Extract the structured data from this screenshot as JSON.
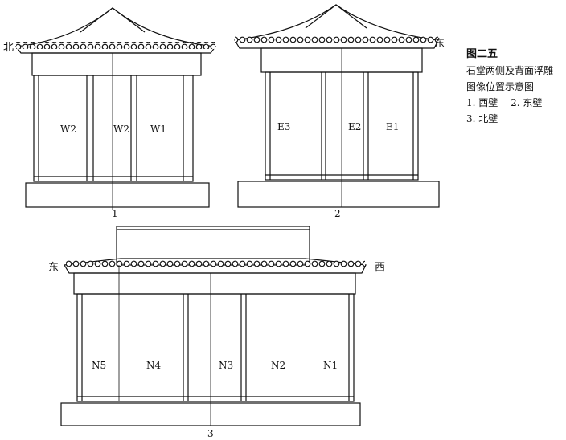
{
  "caption": {
    "title": "图二五",
    "line1": "石堂两侧及背面浮雕",
    "line2": "图像位置示意图",
    "line3": "1. 西壁　 2. 东壁",
    "line4": "3. 北壁"
  },
  "figure1": {
    "number": "1",
    "direction": "北",
    "walls": [
      "W2",
      "W2",
      "W1"
    ]
  },
  "figure2": {
    "number": "2",
    "direction": "东",
    "walls": [
      "E3",
      "E2",
      "E1"
    ]
  },
  "figure3": {
    "number": "3",
    "direction_left": "东",
    "direction_right": "西",
    "walls": [
      "N5",
      "N4",
      "N3",
      "N2",
      "N1"
    ]
  }
}
